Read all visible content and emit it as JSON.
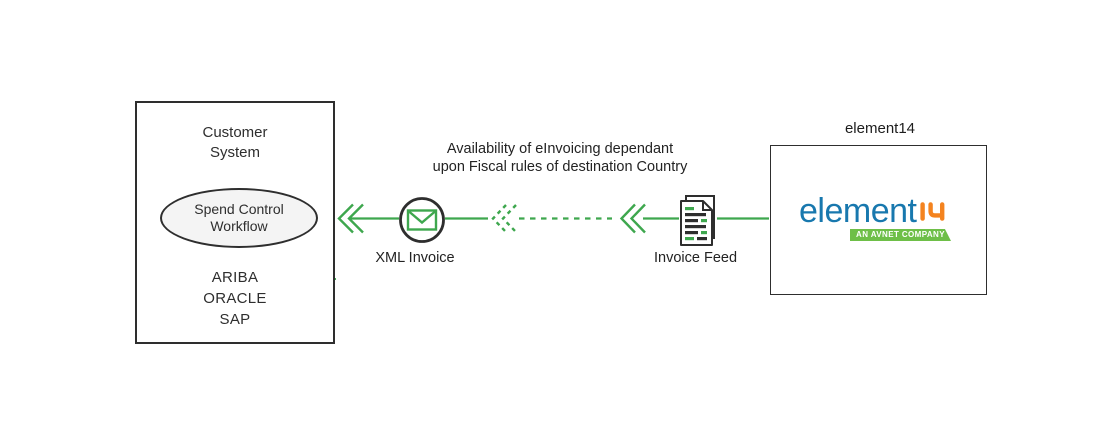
{
  "colors": {
    "arrow_green": "#3ea74e",
    "banner_green": "#6ebf48",
    "logo_blue": "#1878ae",
    "logo_orange": "#f4831f",
    "ink": "#2e2e2e",
    "ellipse_fill": "#f4f4f4"
  },
  "customer_box": {
    "title_lines": [
      "Customer",
      "System"
    ],
    "workflow_lines": [
      "Spend Control",
      "Workflow"
    ],
    "systems": [
      "ARIBA",
      "ORACLE",
      "SAP"
    ]
  },
  "note": {
    "lines": [
      "Availability of eInvoicing dependant",
      "upon Fiscal rules of destination Country"
    ]
  },
  "flow": {
    "xml_invoice_label": "XML Invoice",
    "invoice_feed_label": "Invoice Feed"
  },
  "element14_box": {
    "caption": "element14",
    "logo_text": "element",
    "logo_suffix": "14",
    "tagline": "AN AVNET COMPANY"
  },
  "icons": {
    "envelope": "envelope-icon",
    "invoice_document": "invoice-document-icon",
    "arrow_left_double_chevron": "double-chevron-left-icon"
  }
}
